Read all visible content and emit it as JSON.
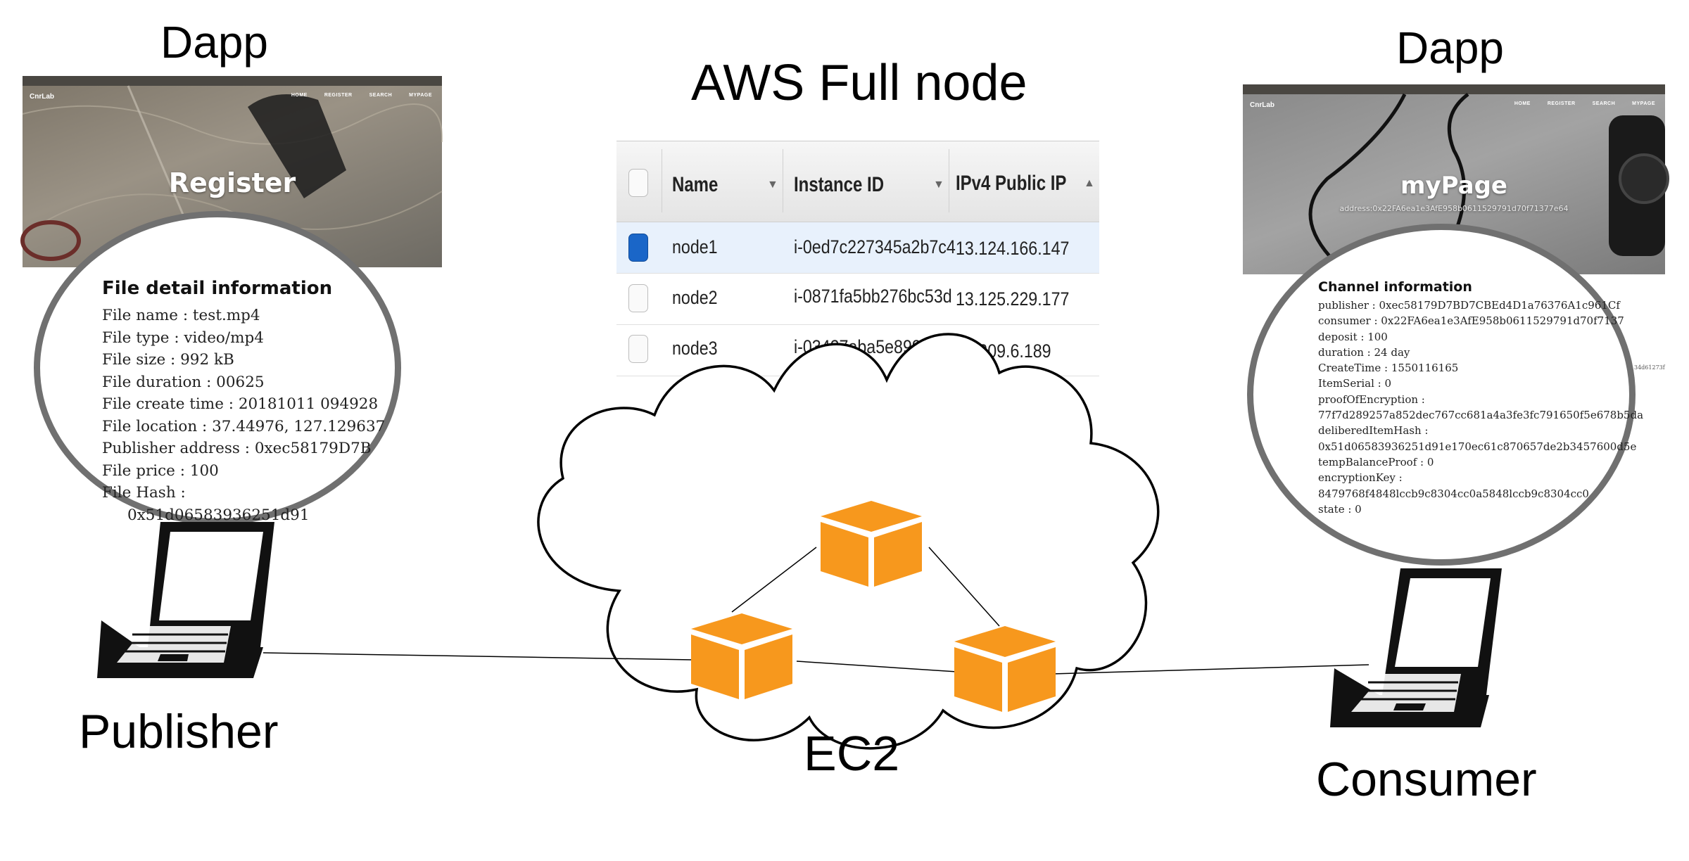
{
  "labels": {
    "dapp_left": "Dapp",
    "dapp_right": "Dapp",
    "aws_title": "AWS Full node",
    "publisher": "Publisher",
    "consumer": "Consumer",
    "ec2": "EC2"
  },
  "dapp_left_screen": {
    "brand": "CnrLab",
    "nav": [
      "HOME",
      "REGISTER",
      "SEARCH",
      "MYPAGE"
    ],
    "heading": "Register"
  },
  "dapp_right_screen": {
    "brand": "CnrLab",
    "nav": [
      "HOME",
      "REGISTER",
      "SEARCH",
      "MYPAGE"
    ],
    "heading": "myPage",
    "address": "address:0x22FA6ea1e3AfE958b0611529791d70f71377e64"
  },
  "file_detail": {
    "title": "File detail information",
    "lines": [
      "File name : test.mp4",
      "File type : video/mp4",
      "File size : 992 kB",
      "File duration : 00625",
      "File create time : 20181011 094928",
      "File location : 37.44976, 127.129637",
      "Publisher address : 0xec58179D7B",
      "File price : 100",
      "File Hash :",
      "0x51d06583936251d91"
    ]
  },
  "channel_info": {
    "title": "Channel information",
    "lines": [
      "publisher : 0xec58179D7BD7CBEd4D1a76376A1c961Cf",
      "consumer : 0x22FA6ea1e3AfE958b0611529791d70f7137",
      "deposit : 100",
      "duration : 24 day",
      "CreateTime : 1550116165",
      "ItemSerial : 0",
      "proofOfEncryption :",
      "77f7d289257a852dec767cc681a4a3fe3fc791650f5e678b5da",
      "deliberedItemHash :",
      "0x51d06583936251d91e170ec61c870657de2b3457600d5e",
      "tempBalanceProof : 0",
      "encryptionKey :",
      "8479768f4848lccb9c8304cc0a5848lccb9c8304cc0",
      "state : 0"
    ],
    "overflow_text": "34d61273f"
  },
  "aws_table": {
    "columns": [
      "Name",
      "Instance ID",
      "IPv4 Public IP"
    ],
    "rows": [
      {
        "name": "node1",
        "instance_id": "i-0ed7c227345a2b7c4",
        "ip": "13.124.166.147",
        "selected": true
      },
      {
        "name": "node2",
        "instance_id": "i-0871fa5bb276bc53d",
        "ip": "13.125.229.177",
        "selected": false
      },
      {
        "name": "node3",
        "instance_id": "i-03427aba5e8994d68",
        "ip": "13.209.6.189",
        "selected": false
      }
    ]
  },
  "colors": {
    "ec2_orange": "#F7981D",
    "cloud_outline": "#000000",
    "magnifier_border": "#707070",
    "selected_checkbox": "#1A66C8"
  },
  "icons": [
    "laptop-icon",
    "ec2-instance-icon",
    "cloud-icon",
    "sort-arrow-icon"
  ]
}
